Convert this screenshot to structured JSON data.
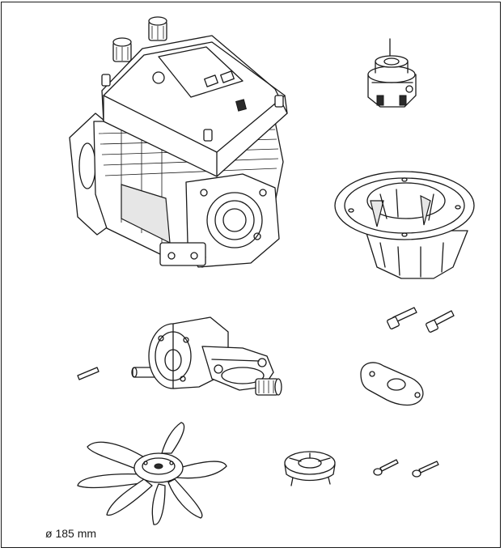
{
  "diagram": {
    "caption": "ø 185 mm",
    "parts": [
      {
        "id": "motor-with-controller"
      },
      {
        "id": "shaft-coupling"
      },
      {
        "id": "mounting-flange"
      },
      {
        "id": "mounting-bolts"
      },
      {
        "id": "angle-gearbox"
      },
      {
        "id": "dowel-pin"
      },
      {
        "id": "flange-gasket"
      },
      {
        "id": "fan-impeller"
      },
      {
        "id": "fan-hub-cap"
      },
      {
        "id": "fan-screws"
      }
    ]
  }
}
